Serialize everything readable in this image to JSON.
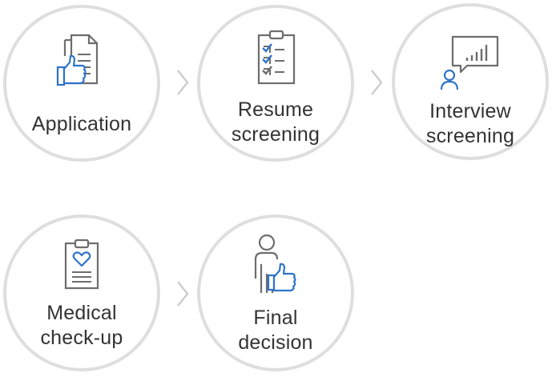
{
  "colors": {
    "ring": "#dedede",
    "icon_gray": "#6d6d6d",
    "icon_blue": "#2f74c9",
    "text": "#333333",
    "arrow": "#c9c9c9"
  },
  "steps": [
    {
      "id": "application",
      "lines": [
        "Application"
      ],
      "icon": "document-thumbs-up-icon"
    },
    {
      "id": "resume",
      "lines": [
        "Resume",
        "screening"
      ],
      "icon": "clipboard-checklist-icon"
    },
    {
      "id": "interview",
      "lines": [
        "Interview",
        "screening"
      ],
      "icon": "presentation-person-icon"
    },
    {
      "id": "medical",
      "lines": [
        "Medical",
        "check-up"
      ],
      "icon": "clipboard-heart-icon"
    },
    {
      "id": "decision",
      "lines": [
        "Final",
        "decision"
      ],
      "icon": "person-thumbs-up-icon"
    }
  ]
}
